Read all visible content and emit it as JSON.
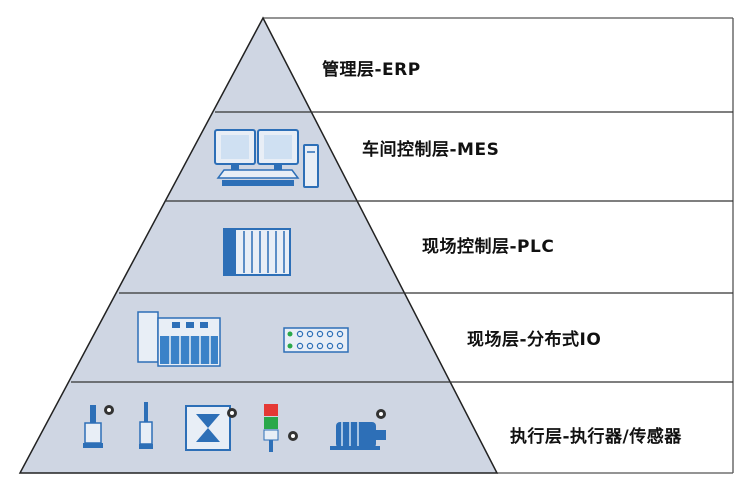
{
  "diagram": {
    "layers": [
      {
        "label": "管理层-ERP"
      },
      {
        "label": "车间控制层-MES"
      },
      {
        "label": "现场控制层-PLC"
      },
      {
        "label": "现场层-分布式IO"
      },
      {
        "label": "执行层-执行器/传感器"
      }
    ]
  },
  "colors": {
    "pyramid_fill": "#cfd6e3",
    "outline": "#222222",
    "device_blue": "#2d6fb7",
    "device_light": "#e8eef6"
  }
}
